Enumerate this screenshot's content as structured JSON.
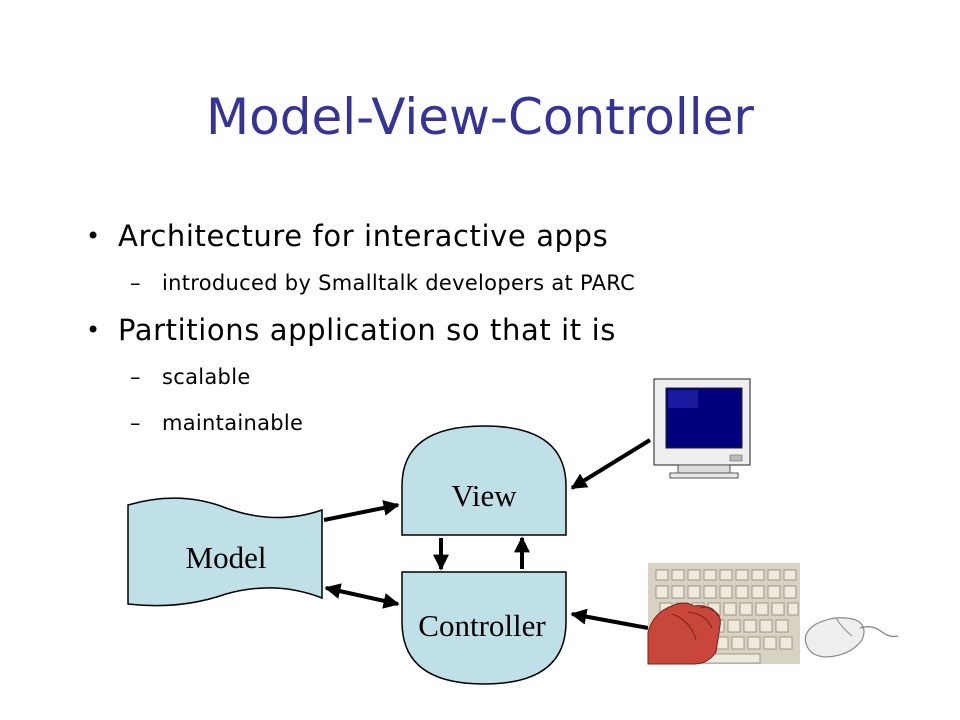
{
  "slide": {
    "title": "Model-View-Controller",
    "bullets": [
      {
        "text": "Architecture for interactive apps",
        "subs": [
          "introduced by Smalltalk developers at PARC"
        ]
      },
      {
        "text": "Partitions application so that it is",
        "subs": [
          "scalable",
          "maintainable"
        ]
      }
    ],
    "sub_marker": "–"
  },
  "diagram": {
    "model_label": "Model",
    "view_label": "View",
    "controller_label": "Controller",
    "box_color": "#bfe0e6",
    "monitor_screen_color": "#00007f"
  }
}
